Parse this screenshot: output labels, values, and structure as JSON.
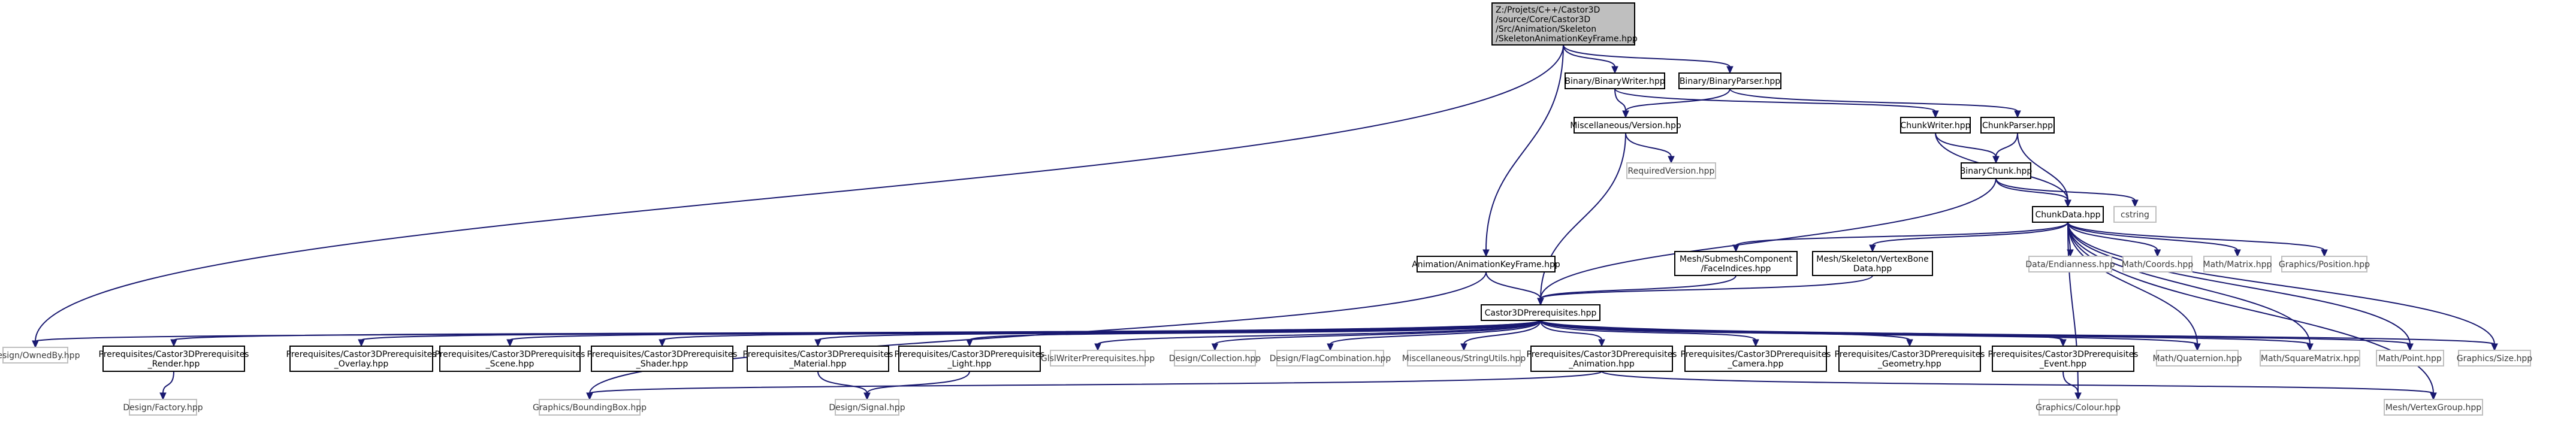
{
  "colors": {
    "edge": "#191970",
    "documented": "#000000",
    "external": "#bfbfbf",
    "focus_fill": "#bfbfbf"
  },
  "nodes": [
    {
      "id": "root",
      "lines": [
        "Z:/Projets/C++/Castor3D",
        "/source/Core/Castor3D",
        "/Src/Animation/Skeleton",
        "/SkeletonAnimationKeyFrame.hpp"
      ],
      "kind": "focus"
    },
    {
      "id": "binwriter",
      "lines": [
        "Binary/BinaryWriter.hpp"
      ],
      "kind": "doc"
    },
    {
      "id": "binparser",
      "lines": [
        "Binary/BinaryParser.hpp"
      ],
      "kind": "doc"
    },
    {
      "id": "version",
      "lines": [
        "Miscellaneous/Version.hpp"
      ],
      "kind": "doc"
    },
    {
      "id": "chunkwriter",
      "lines": [
        "ChunkWriter.hpp"
      ],
      "kind": "doc"
    },
    {
      "id": "chunkparser",
      "lines": [
        "ChunkParser.hpp"
      ],
      "kind": "doc"
    },
    {
      "id": "reqversion",
      "lines": [
        "RequiredVersion.hpp"
      ],
      "kind": "ext"
    },
    {
      "id": "binchunk",
      "lines": [
        "BinaryChunk.hpp"
      ],
      "kind": "doc"
    },
    {
      "id": "cstring",
      "lines": [
        "cstring"
      ],
      "kind": "ext"
    },
    {
      "id": "chunkdata",
      "lines": [
        "ChunkData.hpp"
      ],
      "kind": "doc"
    },
    {
      "id": "animkf",
      "lines": [
        "Animation/AnimationKeyFrame.hpp"
      ],
      "kind": "doc"
    },
    {
      "id": "faceidx",
      "lines": [
        "Mesh/SubmeshComponent",
        "/FaceIndices.hpp"
      ],
      "kind": "doc"
    },
    {
      "id": "vtxbone",
      "lines": [
        "Mesh/Skeleton/VertexBone",
        "Data.hpp"
      ],
      "kind": "doc"
    },
    {
      "id": "endian",
      "lines": [
        "Data/Endianness.hpp"
      ],
      "kind": "ext"
    },
    {
      "id": "coords",
      "lines": [
        "Math/Coords.hpp"
      ],
      "kind": "ext"
    },
    {
      "id": "matrix",
      "lines": [
        "Math/Matrix.hpp"
      ],
      "kind": "ext"
    },
    {
      "id": "position",
      "lines": [
        "Graphics/Position.hpp"
      ],
      "kind": "ext"
    },
    {
      "id": "prereq",
      "lines": [
        "Castor3DPrerequisites.hpp"
      ],
      "kind": "doc"
    },
    {
      "id": "ownedby",
      "lines": [
        "Design/OwnedBy.hpp"
      ],
      "kind": "ext"
    },
    {
      "id": "render",
      "lines": [
        "Prerequisites/Castor3DPrerequisites",
        "_Render.hpp"
      ],
      "kind": "doc"
    },
    {
      "id": "overlay",
      "lines": [
        "Prerequisites/Castor3DPrerequisites",
        "_Overlay.hpp"
      ],
      "kind": "doc"
    },
    {
      "id": "scene",
      "lines": [
        "Prerequisites/Castor3DPrerequisites",
        "_Scene.hpp"
      ],
      "kind": "doc"
    },
    {
      "id": "shader",
      "lines": [
        "Prerequisites/Castor3DPrerequisites",
        "_Shader.hpp"
      ],
      "kind": "doc"
    },
    {
      "id": "material",
      "lines": [
        "Prerequisites/Castor3DPrerequisites",
        "_Material.hpp"
      ],
      "kind": "doc"
    },
    {
      "id": "light",
      "lines": [
        "Prerequisites/Castor3DPrerequisites",
        "_Light.hpp"
      ],
      "kind": "doc"
    },
    {
      "id": "glsl",
      "lines": [
        "GlslWriterPrerequisites.hpp"
      ],
      "kind": "ext"
    },
    {
      "id": "collection",
      "lines": [
        "Design/Collection.hpp"
      ],
      "kind": "ext"
    },
    {
      "id": "flagcomb",
      "lines": [
        "Design/FlagCombination.hpp"
      ],
      "kind": "ext"
    },
    {
      "id": "strutils",
      "lines": [
        "Miscellaneous/StringUtils.hpp"
      ],
      "kind": "ext"
    },
    {
      "id": "animation",
      "lines": [
        "Prerequisites/Castor3DPrerequisites",
        "_Animation.hpp"
      ],
      "kind": "doc"
    },
    {
      "id": "camera",
      "lines": [
        "Prerequisites/Castor3DPrerequisites",
        "_Camera.hpp"
      ],
      "kind": "doc"
    },
    {
      "id": "geometry",
      "lines": [
        "Prerequisites/Castor3DPrerequisites",
        "_Geometry.hpp"
      ],
      "kind": "doc"
    },
    {
      "id": "event",
      "lines": [
        "Prerequisites/Castor3DPrerequisites",
        "_Event.hpp"
      ],
      "kind": "doc"
    },
    {
      "id": "quat",
      "lines": [
        "Math/Quaternion.hpp"
      ],
      "kind": "ext"
    },
    {
      "id": "sqmatrix",
      "lines": [
        "Math/SquareMatrix.hpp"
      ],
      "kind": "ext"
    },
    {
      "id": "point",
      "lines": [
        "Math/Point.hpp"
      ],
      "kind": "ext"
    },
    {
      "id": "size",
      "lines": [
        "Graphics/Size.hpp"
      ],
      "kind": "ext"
    },
    {
      "id": "factory",
      "lines": [
        "Design/Factory.hpp"
      ],
      "kind": "ext"
    },
    {
      "id": "bbox",
      "lines": [
        "Graphics/BoundingBox.hpp"
      ],
      "kind": "ext"
    },
    {
      "id": "signal",
      "lines": [
        "Design/Signal.hpp"
      ],
      "kind": "ext"
    },
    {
      "id": "colour",
      "lines": [
        "Graphics/Colour.hpp"
      ],
      "kind": "ext"
    },
    {
      "id": "vgroup",
      "lines": [
        "Mesh/VertexGroup.hpp"
      ],
      "kind": "ext"
    }
  ],
  "edges": [
    [
      "root",
      "binwriter"
    ],
    [
      "root",
      "binparser"
    ],
    [
      "root",
      "animkf"
    ],
    [
      "root",
      "ownedby"
    ],
    [
      "binwriter",
      "version"
    ],
    [
      "binwriter",
      "chunkwriter"
    ],
    [
      "binparser",
      "version"
    ],
    [
      "binparser",
      "chunkparser"
    ],
    [
      "version",
      "reqversion"
    ],
    [
      "version",
      "prereq"
    ],
    [
      "chunkwriter",
      "binchunk"
    ],
    [
      "chunkwriter",
      "chunkdata"
    ],
    [
      "chunkparser",
      "binchunk"
    ],
    [
      "chunkparser",
      "chunkdata"
    ],
    [
      "binchunk",
      "cstring"
    ],
    [
      "binchunk",
      "chunkdata"
    ],
    [
      "binchunk",
      "prereq"
    ],
    [
      "chunkdata",
      "faceidx"
    ],
    [
      "chunkdata",
      "vtxbone"
    ],
    [
      "chunkdata",
      "endian"
    ],
    [
      "chunkdata",
      "coords"
    ],
    [
      "chunkdata",
      "matrix"
    ],
    [
      "chunkdata",
      "position"
    ],
    [
      "chunkdata",
      "quat"
    ],
    [
      "chunkdata",
      "sqmatrix"
    ],
    [
      "chunkdata",
      "point"
    ],
    [
      "chunkdata",
      "size"
    ],
    [
      "chunkdata",
      "colour"
    ],
    [
      "chunkdata",
      "vgroup"
    ],
    [
      "animkf",
      "prereq"
    ],
    [
      "animkf",
      "bbox"
    ],
    [
      "faceidx",
      "prereq"
    ],
    [
      "vtxbone",
      "prereq"
    ],
    [
      "prereq",
      "ownedby"
    ],
    [
      "prereq",
      "render"
    ],
    [
      "prereq",
      "overlay"
    ],
    [
      "prereq",
      "scene"
    ],
    [
      "prereq",
      "shader"
    ],
    [
      "prereq",
      "material"
    ],
    [
      "prereq",
      "light"
    ],
    [
      "prereq",
      "glsl"
    ],
    [
      "prereq",
      "collection"
    ],
    [
      "prereq",
      "flagcomb"
    ],
    [
      "prereq",
      "strutils"
    ],
    [
      "prereq",
      "animation"
    ],
    [
      "prereq",
      "camera"
    ],
    [
      "prereq",
      "geometry"
    ],
    [
      "prereq",
      "event"
    ],
    [
      "prereq",
      "quat"
    ],
    [
      "prereq",
      "sqmatrix"
    ],
    [
      "prereq",
      "point"
    ],
    [
      "prereq",
      "size"
    ],
    [
      "render",
      "factory"
    ],
    [
      "material",
      "signal"
    ],
    [
      "light",
      "signal"
    ],
    [
      "animation",
      "bbox"
    ],
    [
      "animation",
      "vgroup"
    ],
    [
      "event",
      "colour"
    ]
  ]
}
